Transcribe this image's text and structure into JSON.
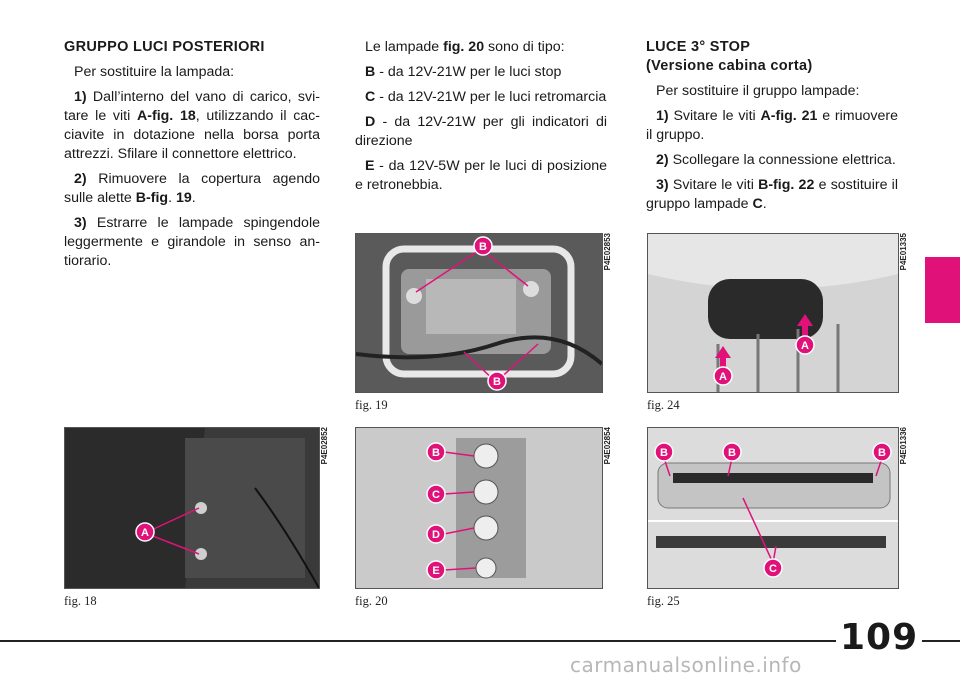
{
  "col1": {
    "heading": "GRUPPO LUCI POSTERIORI",
    "intro": "Per sostituire la lampada:",
    "s1_num": "1)",
    "s1_a": "Dall’interno del vano di carico, svi­tare le viti ",
    "s1_ref": "A-fig. 18",
    "s1_b": ", utilizzando il cac­ciavite in dotazione nella borsa porta attrezzi. Sfilare il connettore elettrico.",
    "s2_num": "2)",
    "s2_a": "Rimuovere la copertura agendo sulle alette ",
    "s2_ref": "B-fig",
    "s2_dot": ". ",
    "s2_ref2": "19",
    "s2_end": ".",
    "s3_num": "3)",
    "s3_text": "Estrarre le lampade spingendole leggermente e girandole in senso an­tiorario."
  },
  "col2": {
    "p1_a": "Le lampade ",
    "p1_ref": "fig. 20",
    "p1_b": " sono di tipo:",
    "b_lbl": "B",
    "b_text": " - da 12V-21W per le luci stop",
    "c_lbl": "C",
    "c_text": " - da 12V-21W per le luci retro­marcia",
    "d_lbl": "D",
    "d_text": " - da 12V-21W per gli indicatori di direzione",
    "e_lbl": "E",
    "e_text": " - da 12V-5W per le luci di posi­zione e retronebbia."
  },
  "col3": {
    "heading1": "LUCE 3° STOP",
    "heading2": "(Versione cabina corta)",
    "intro": "Per sostituire il gruppo lampade:",
    "s1_num": "1)",
    "s1_a": "Svitare le viti ",
    "s1_ref": "A-fig. 21",
    "s1_b": " e rimuo­vere il gruppo.",
    "s2_num": "2)",
    "s2_text": "Scollegare la connessione elettrica.",
    "s3_num": "3)",
    "s3_a": "Svitare le viti ",
    "s3_ref": "B-fig. 22",
    "s3_b": " e sostitui­re il gruppo lampade ",
    "s3_ref2": "C",
    "s3_end": "."
  },
  "figures": {
    "fig18": {
      "caption": "fig. 18",
      "code": "P4E02852",
      "labels": [
        "A"
      ]
    },
    "fig19": {
      "caption": "fig. 19",
      "code": "P4E02853",
      "labels": [
        "B",
        "B"
      ]
    },
    "fig20": {
      "caption": "fig. 20",
      "code": "P4E02854",
      "labels": [
        "B",
        "C",
        "D",
        "E"
      ]
    },
    "fig24": {
      "caption": "fig. 24",
      "code": "P4E01335",
      "labels": [
        "A",
        "A"
      ]
    },
    "fig25": {
      "caption": "fig. 25",
      "code": "P4E01336",
      "labels": [
        "B",
        "B",
        "B",
        "C"
      ]
    }
  },
  "page_number": "109",
  "watermark": "carmanualsonline.info",
  "colors": {
    "accent": "#e0127a",
    "label_fill": "#e0127a"
  }
}
